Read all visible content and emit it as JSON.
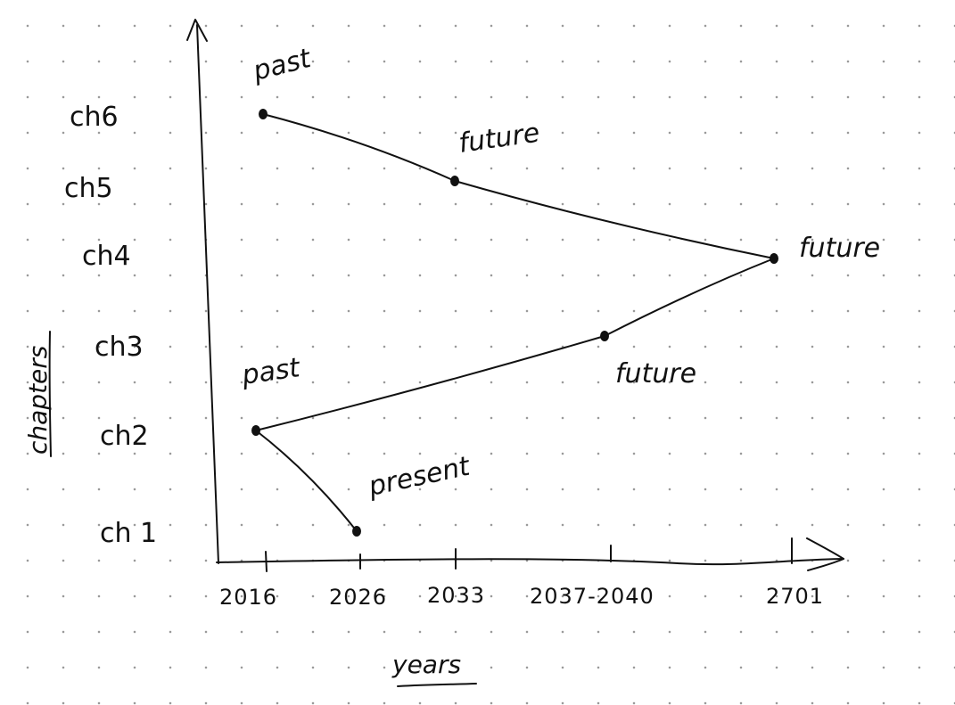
{
  "chart_data": {
    "type": "line",
    "xlabel": "years",
    "ylabel": "chapters",
    "x_ticks": [
      "2016",
      "2026",
      "2033",
      "2037-2040",
      "2701"
    ],
    "y_ticks": [
      "ch 1",
      "ch2",
      "ch3",
      "ch4",
      "ch5",
      "ch6"
    ],
    "series": [
      {
        "points": [
          {
            "chapter": "ch 1",
            "year": "2026",
            "label": "present"
          },
          {
            "chapter": "ch2",
            "year": "2016",
            "label": "past"
          },
          {
            "chapter": "ch3",
            "year": "2037-2040",
            "label": "future"
          },
          {
            "chapter": "ch4",
            "year": "2701",
            "label": "future"
          },
          {
            "chapter": "ch5",
            "year": "2033",
            "label": "future"
          },
          {
            "chapter": "ch6",
            "year": "2016",
            "label": "past"
          }
        ]
      }
    ],
    "grid": false,
    "colors": {
      "ink": "#111111",
      "dots": "#9a9a9a"
    }
  }
}
